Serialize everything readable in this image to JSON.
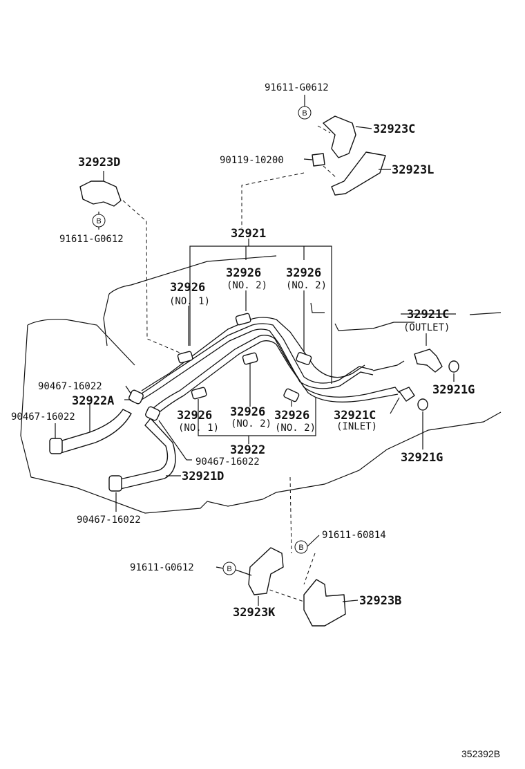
{
  "labels": {
    "b_top": "91611-G0612",
    "p32923C": "32923C",
    "bolt": "90119-10200",
    "p32923L": "32923L",
    "p32923D": "32923D",
    "b_left": "91611-G0612",
    "p32921": "32921",
    "p32926_n1_top": "32926",
    "p32926_n1_top_sub": "(NO. 1)",
    "p32926_n2_a": "32926",
    "p32926_n2_a_sub": "(NO. 2)",
    "p32926_n2_b": "32926",
    "p32926_n2_b_sub": "(NO. 2)",
    "p32921C_out": "32921C",
    "outlet": "(OUTLET)",
    "p32921G_a": "32921G",
    "clamp_a": "90467-16022",
    "p32922A": "32922A",
    "clamp_b": "90467-16022",
    "p32926_bot_n1": "32926",
    "p32926_bot_n1_sub": "(NO. 1)",
    "p32926_bot_n2a": "32926",
    "p32926_bot_n2a_sub": "(NO. 2)",
    "p32926_bot_n2b": "32926",
    "p32926_bot_n2b_sub": "(NO. 2)",
    "p32921C_in": "32921C",
    "inlet": "(INLET)",
    "p32922": "32922",
    "p32921G_b": "32921G",
    "clamp_c": "90467-16022",
    "p32921D": "32921D",
    "clamp_d": "90467-16022",
    "b_bottom_right": "91611-60814",
    "b_bottom_left": "91611-G0612",
    "p32923B": "32923B",
    "p32923K": "32923K",
    "bolt_marker": "B",
    "ref_code": "352392B"
  }
}
